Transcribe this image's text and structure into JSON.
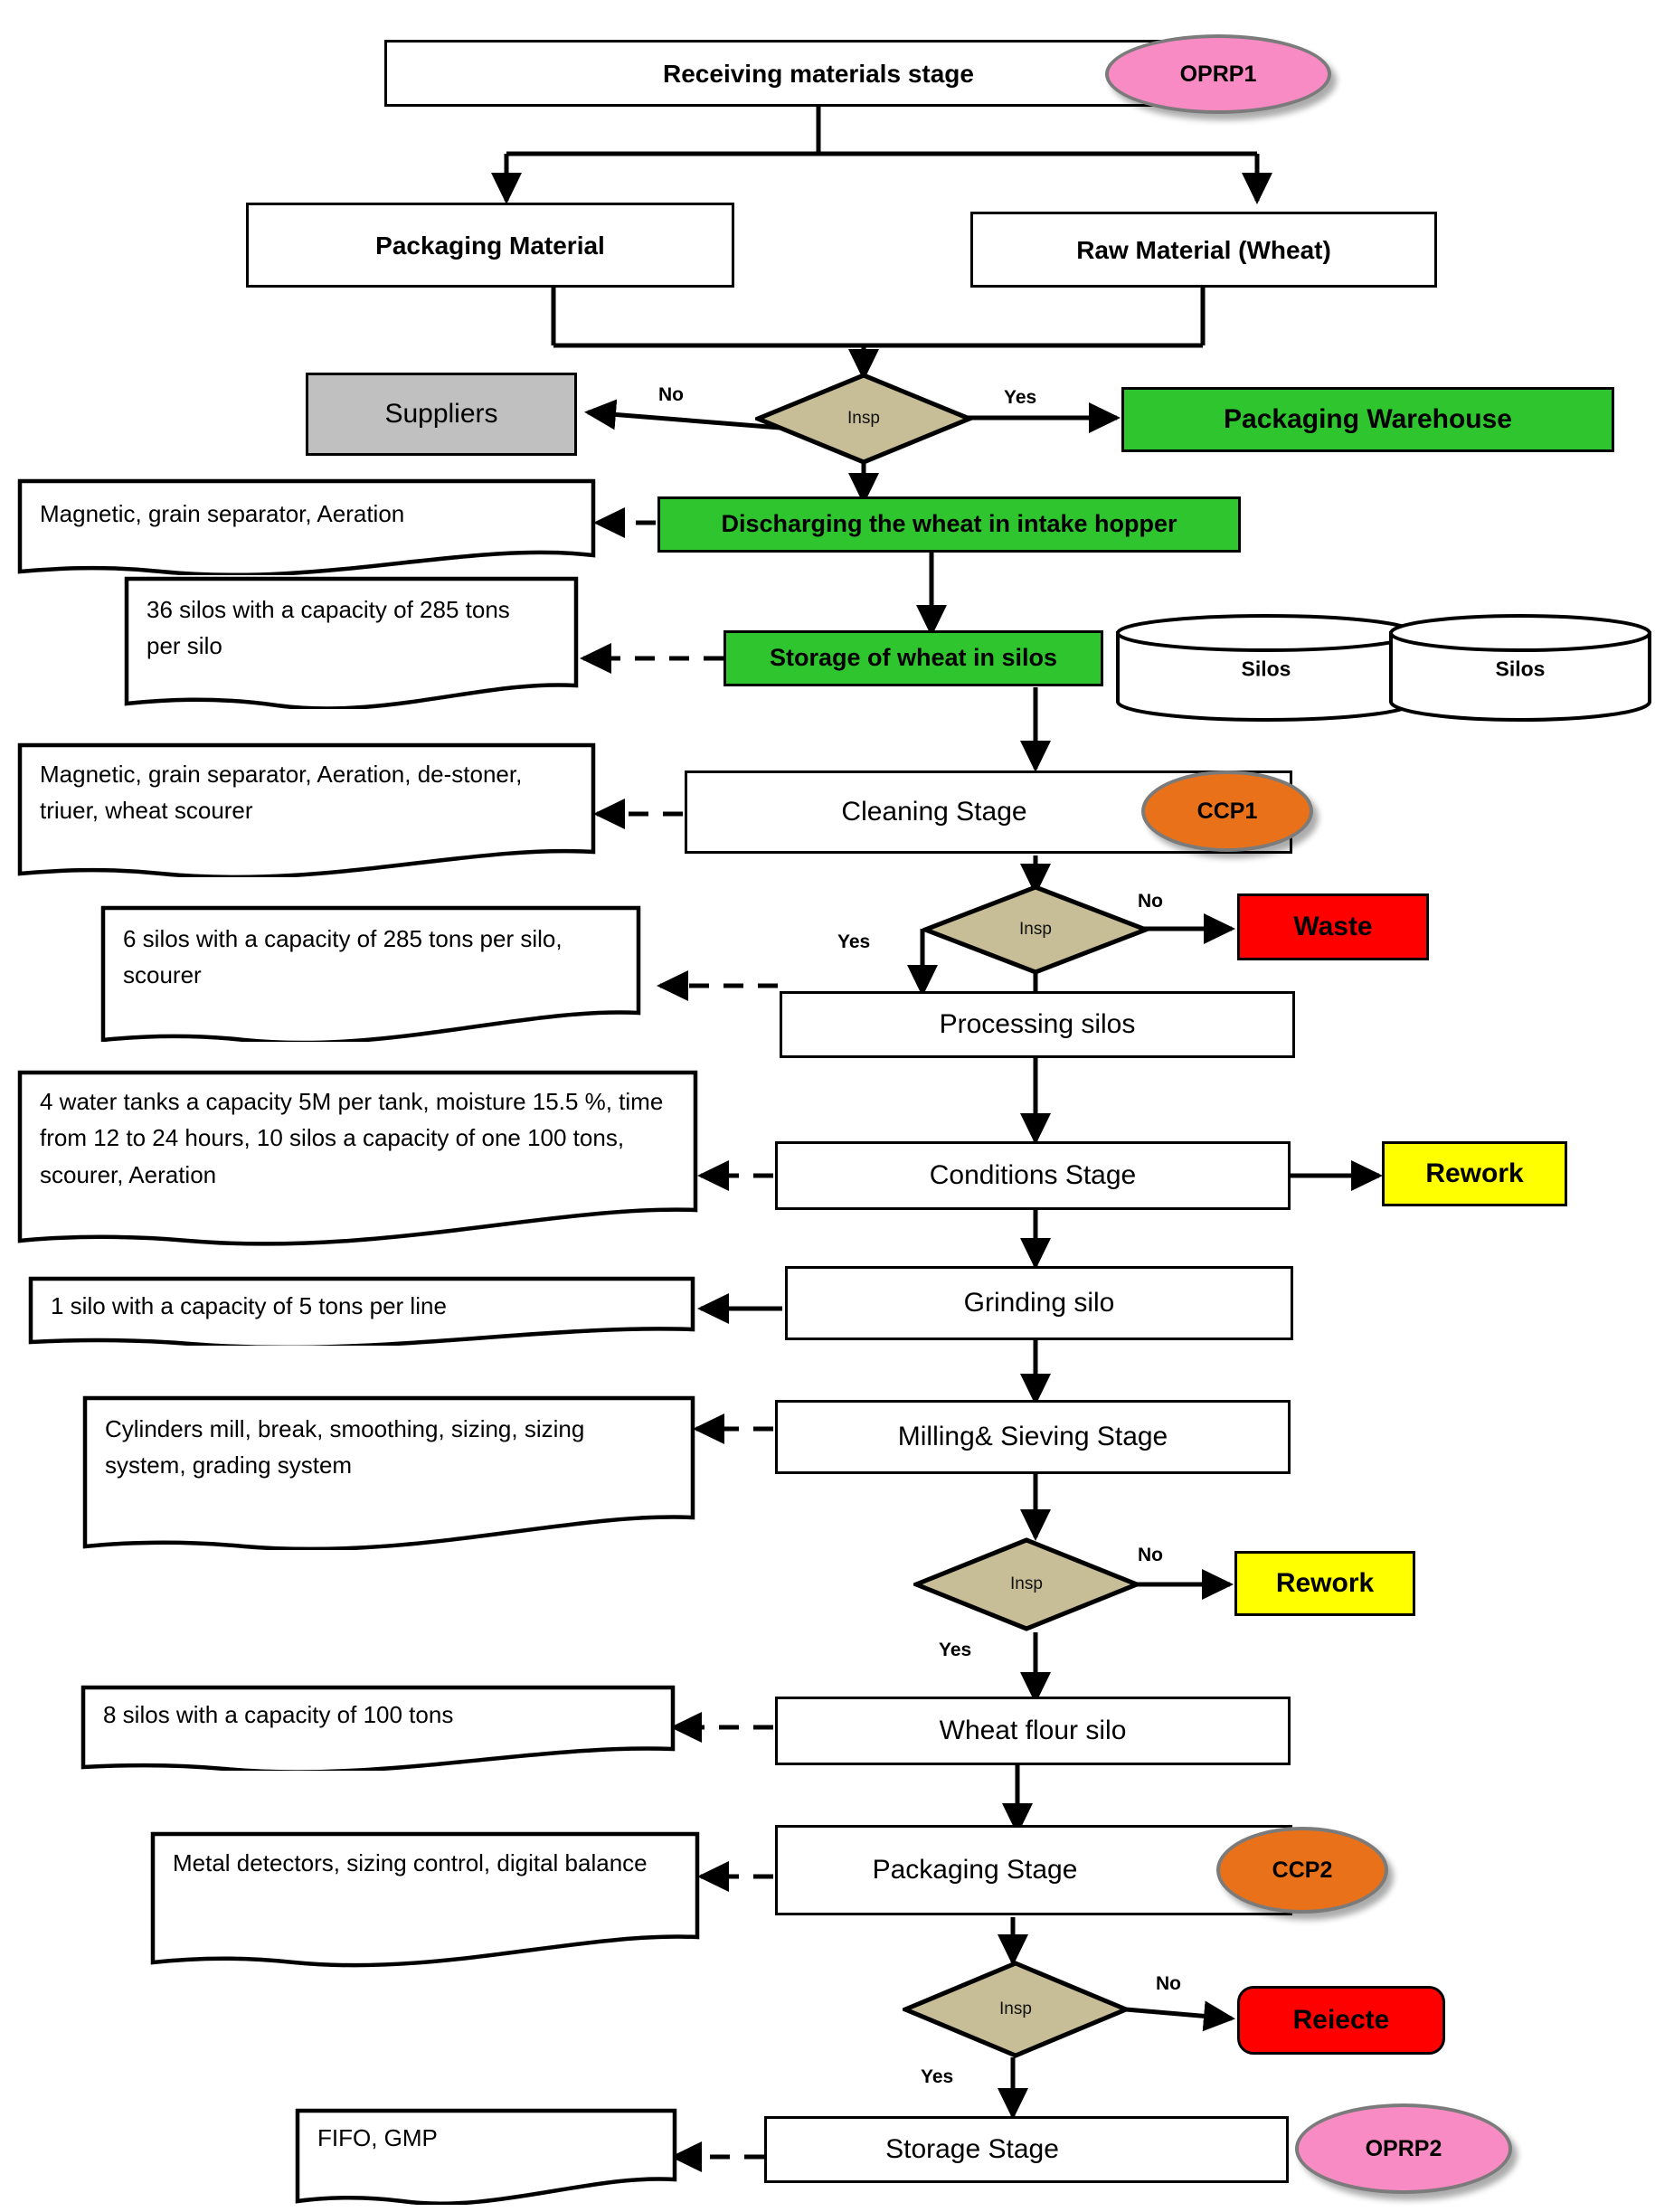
{
  "title": "HACCP wheat flour production flowchart",
  "colors": {
    "green": "#2fc52f",
    "gray": "#c0c0c0",
    "red": "#ff0000",
    "yellow": "#ffff00",
    "pink": "#f98bc4",
    "orange": "#e8711a",
    "diamond_tan": "#c7bd96",
    "line": "#000000"
  },
  "nodes": {
    "receiving": "Receiving materials stage",
    "packaging_material": "Packaging Material",
    "raw_material": "Raw Material (Wheat)",
    "suppliers": "Suppliers",
    "packaging_warehouse": "Packaging Warehouse",
    "discharging": "Discharging the wheat in intake hopper",
    "storage_wheat": "Storage of wheat in silos",
    "cleaning_stage": "Cleaning Stage",
    "waste": "Waste",
    "processing_silos": "Processing silos",
    "conditions_stage": "Conditions Stage",
    "rework_1": "Rework",
    "grinding_silo": "Grinding silo",
    "milling_sieving": "Milling& Sieving Stage",
    "rework_2": "Rework",
    "wheat_flour_silo": "Wheat flour silo",
    "packaging_stage": "Packaging Stage",
    "reiecte": "Reiecte",
    "storage_stage": "Storage Stage",
    "silo_left": "Silos",
    "silo_right": "Silos"
  },
  "notes": {
    "magnetic_1": "Magnetic, grain separator, Aeration",
    "silos_36": "36 silos with a capacity of 285 tons per silo",
    "magnetic_2": "Magnetic, grain separator, Aeration, de-stoner, triuer, wheat scourer",
    "silos_6": "6 silos with a capacity of 285 tons per silo, scourer",
    "water_tanks": "4 water tanks a capacity 5M per tank, moisture 15.5 %, time from 12 to 24 hours, 10 silos a capacity of one 100 tons, scourer, Aeration",
    "silo_1": "1 silo with a capacity of 5 tons per line",
    "cylinders_mill": "Cylinders mill, break, smoothing, sizing, sizing system, grading system",
    "silos_8": "8 silos with a capacity of 100 tons",
    "metal_detectors": "Metal detectors, sizing control, digital balance",
    "fifo_gmp": "FIFO, GMP"
  },
  "decisions": {
    "insp_1": "Insp",
    "insp_2": "Insp",
    "insp_3": "Insp",
    "insp_4": "Insp"
  },
  "badges": {
    "oprp1": "OPRP1",
    "ccp1": "CCP1",
    "ccp2": "CCP2",
    "oprp2": "OPRP2"
  },
  "edge_labels": {
    "no_1": "No",
    "yes_1": "Yes",
    "no_2": "No",
    "yes_2": "Yes",
    "no_3": "No",
    "yes_3": "Yes",
    "no_4": "No",
    "yes_4": "Yes"
  }
}
